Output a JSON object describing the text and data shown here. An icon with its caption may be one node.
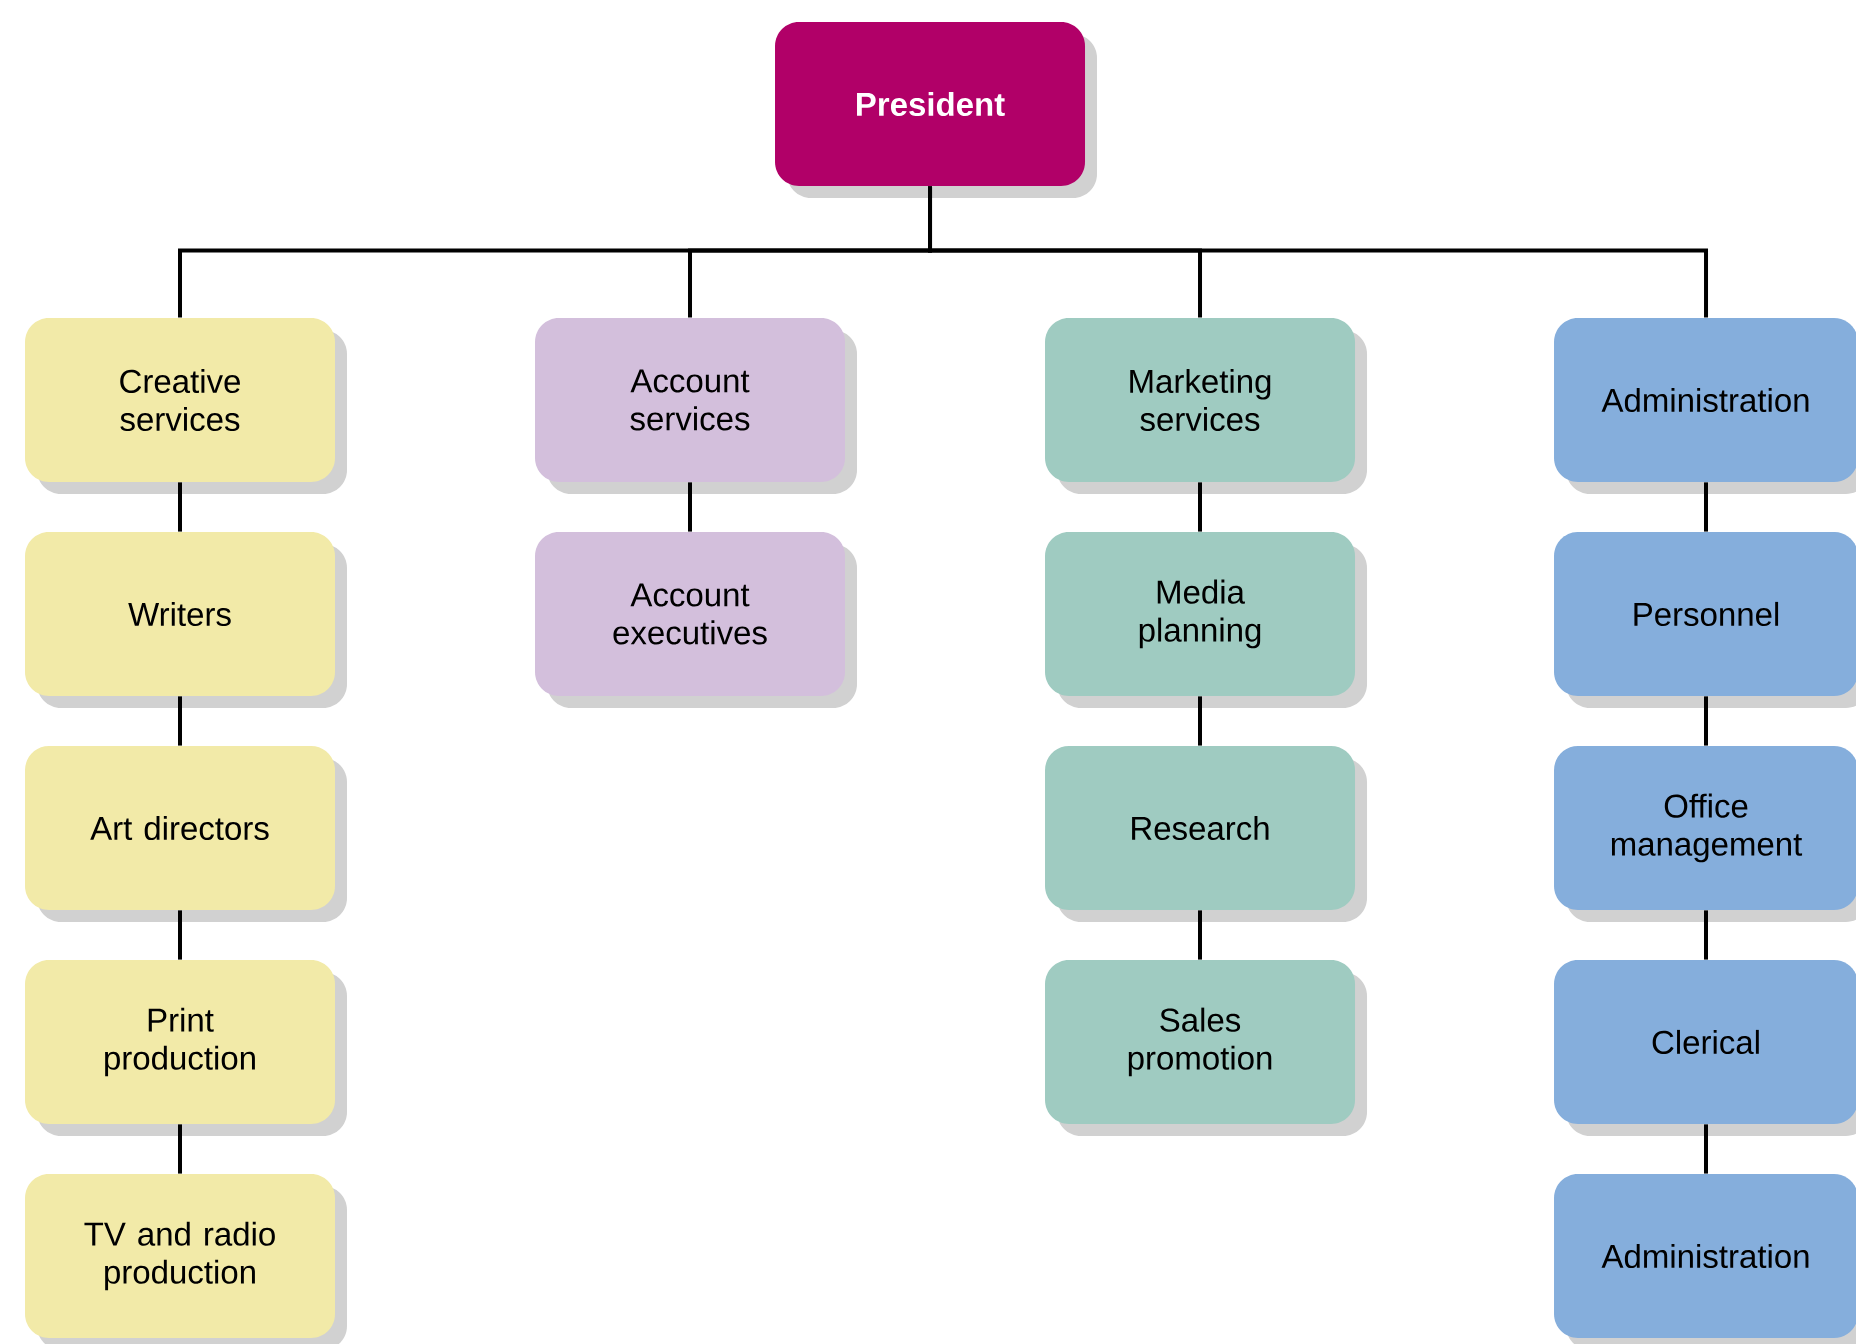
{
  "diagram": {
    "nodes": [
      {
        "text": [
          "President"
        ]
      },
      {
        "text": [
          "Creative services"
        ]
      },
      {
        "text": [
          "Writers"
        ]
      },
      {
        "text": [
          "Art directors"
        ]
      },
      {
        "text": [
          "Print production"
        ]
      },
      {
        "text": [
          "TV and radio production"
        ]
      },
      {
        "text": [
          "Account services"
        ]
      },
      {
        "text": [
          "Account executives"
        ]
      },
      {
        "text": [
          "Marketing services"
        ]
      },
      {
        "text": [
          "Media planning"
        ]
      },
      {
        "text": [
          "Research"
        ]
      },
      {
        "text": [
          "Sales promotion"
        ]
      },
      {
        "text": [
          "Administration"
        ]
      },
      {
        "text": [
          "Personnel"
        ]
      },
      {
        "text": [
          "Office management"
        ]
      },
      {
        "text": [
          "Clerical"
        ]
      },
      {
        "text": [
          "Administration"
        ]
      }
    ],
    "edges": [
      {
        "from": 0,
        "to": 1,
        "arrow": "none"
      },
      {
        "from": 0,
        "to": 6,
        "arrow": "none"
      },
      {
        "from": 0,
        "to": 8,
        "arrow": "none"
      },
      {
        "from": 0,
        "to": 12,
        "arrow": "none"
      },
      {
        "from": 1,
        "to": 2,
        "arrow": "none"
      },
      {
        "from": 2,
        "to": 3,
        "arrow": "none"
      },
      {
        "from": 3,
        "to": 4,
        "arrow": "none"
      },
      {
        "from": 4,
        "to": 5,
        "arrow": "none"
      },
      {
        "from": 6,
        "to": 7,
        "arrow": "none"
      },
      {
        "from": 8,
        "to": 9,
        "arrow": "none"
      },
      {
        "from": 9,
        "to": 10,
        "arrow": "none"
      },
      {
        "from": 10,
        "to": 11,
        "arrow": "none"
      },
      {
        "from": 12,
        "to": 13,
        "arrow": "none"
      },
      {
        "from": 13,
        "to": 14,
        "arrow": "none"
      },
      {
        "from": 14,
        "to": 15,
        "arrow": "none"
      },
      {
        "from": 15,
        "to": 16,
        "arrow": "none"
      }
    ]
  }
}
